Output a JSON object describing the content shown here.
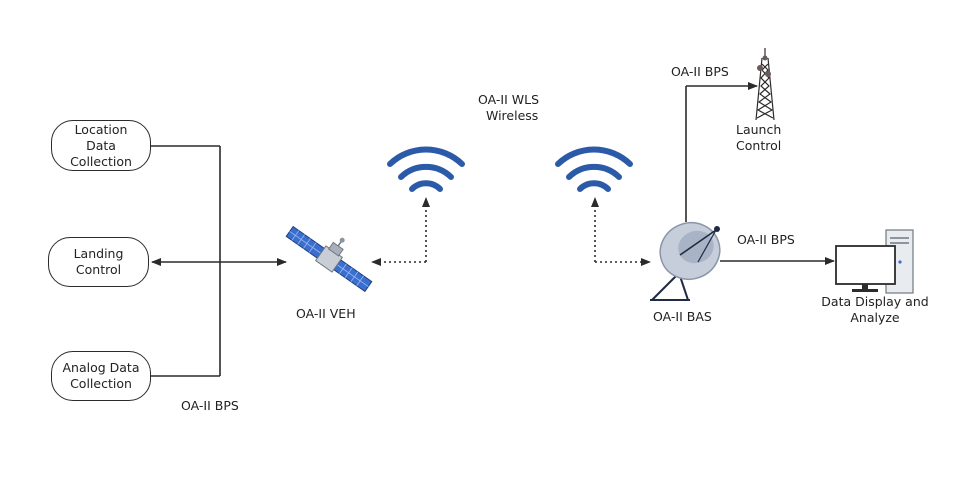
{
  "nodes": {
    "location": "Location\nData\nCollection",
    "landing": "Landing\nControl",
    "analog": "Analog Data\nCollection",
    "vehicle": "OA-II VEH",
    "base_station": "OA-II BAS",
    "launch": "Launch\nControl",
    "display": "Data Display and\nAnalyze"
  },
  "links": {
    "bps_left": "OA-II BPS",
    "wls_line1": "OA-II WLS",
    "wls_line2": "Wireless",
    "bps_top": "OA-II BPS",
    "bps_right": "OA-II BPS"
  },
  "colors": {
    "wifi": "#2b5aa8",
    "line": "#2b2b2b",
    "satellite_panel": "#3a6fd0",
    "dish": "#b9c3d2"
  }
}
